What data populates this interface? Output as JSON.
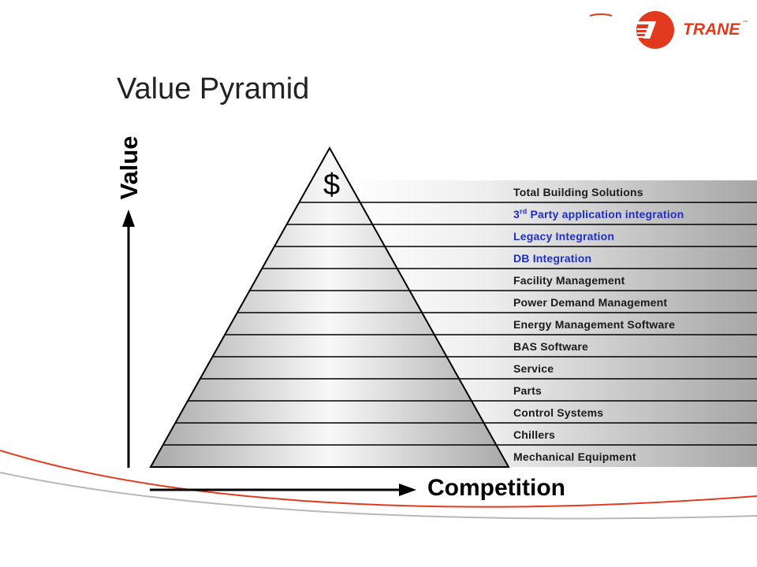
{
  "slide": {
    "title": "Value Pyramid",
    "y_axis_label": "Value",
    "x_axis_label": "Competition",
    "apex_symbol": "$"
  },
  "brand": {
    "name": "TRANE",
    "tm": "™"
  },
  "levels": [
    {
      "label": "Total Building Solutions",
      "color": "#1a1a1a"
    },
    {
      "label": "3",
      "sup": "rd",
      "rest": " Party application integration",
      "color": "#1f2fbf"
    },
    {
      "label": "Legacy Integration",
      "color": "#1f2fbf"
    },
    {
      "label": "DB Integration",
      "color": "#1f2fbf"
    },
    {
      "label": "Facility Management",
      "color": "#1a1a1a"
    },
    {
      "label": "Power Demand Management",
      "color": "#1a1a1a"
    },
    {
      "label": "Energy Management Software",
      "color": "#1a1a1a"
    },
    {
      "label": "BAS Software",
      "color": "#1a1a1a"
    },
    {
      "label": "Service",
      "color": "#1a1a1a"
    },
    {
      "label": "Parts",
      "color": "#1a1a1a"
    },
    {
      "label": "Control Systems",
      "color": "#1a1a1a"
    },
    {
      "label": "Chillers",
      "color": "#1a1a1a"
    },
    {
      "label": "Mechanical Equipment",
      "color": "#1a1a1a"
    }
  ],
  "colors": {
    "brand_red": "#e23a1e",
    "swoosh_gray": "#b8b8b8",
    "band_gray": "#a6a6a6"
  }
}
